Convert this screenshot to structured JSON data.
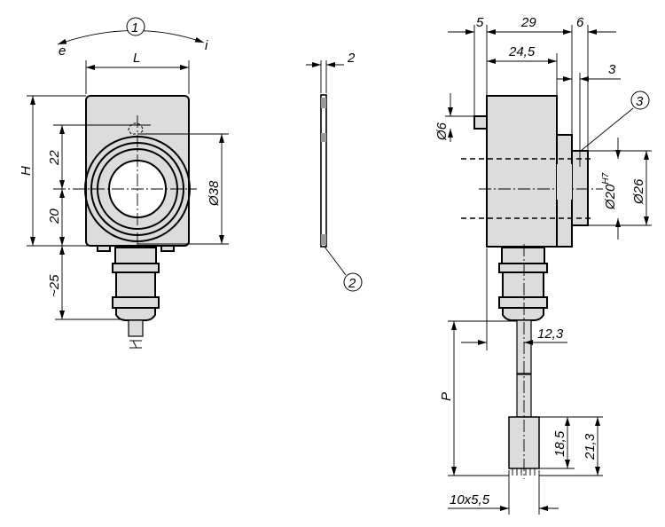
{
  "front_view": {
    "callout": "1",
    "direction_e": "e",
    "direction_i": "i",
    "dim_L": "L",
    "dim_H": "H",
    "dim_upper": "22",
    "dim_lower": "20",
    "dim_cable": "~25",
    "dim_diameter": "Ø38"
  },
  "washer_view": {
    "dim_thickness": "2",
    "callout": "2"
  },
  "side_view": {
    "dim_pin": "5",
    "dim_body": "29",
    "dim_flange": "6",
    "dim_body_step": "24,5",
    "dim_ring": "3",
    "dim_pin_dia": "Ø6",
    "callout": "3",
    "dim_bore": "Ø20",
    "dim_bore_tol": "H7",
    "dim_outer": "Ø26",
    "dim_P": "P",
    "dim_cable_offset": "12,3",
    "dim_plug_body": "18,5",
    "dim_plug_total": "21,3",
    "dim_pins": "10x5,5"
  },
  "colors": {
    "fill": "#dcdcdc",
    "line": "#000000"
  }
}
